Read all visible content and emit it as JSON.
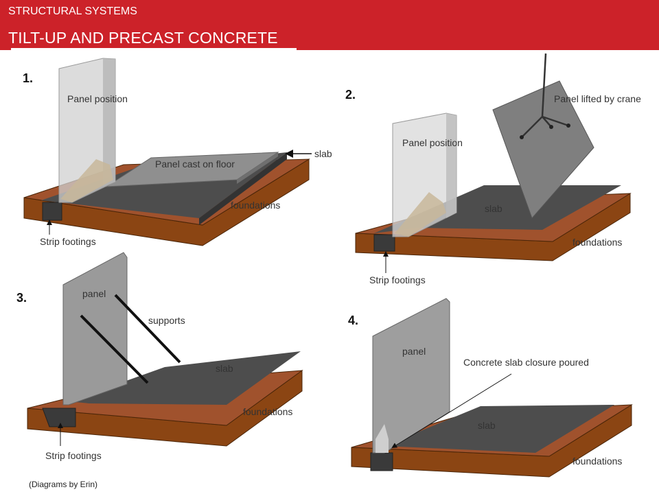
{
  "header": {
    "kicker": "STRUCTURAL SYSTEMS",
    "title": "TILT-UP AND PRECAST CONCRETE"
  },
  "steps": [
    {
      "number": "1.",
      "labels": {
        "panel_position": "Panel position",
        "slab": "slab",
        "panel_cast": "Panel cast on floor",
        "foundations": "foundations",
        "strip_footings": "Strip footings"
      }
    },
    {
      "number": "2.",
      "labels": {
        "panel_lifted": "Panel lifted by crane",
        "panel_position": "Panel position",
        "slab": "slab",
        "foundations": "foundations",
        "strip_footings": "Strip footings"
      }
    },
    {
      "number": "3.",
      "labels": {
        "panel": "panel",
        "supports": "supports",
        "slab": "slab",
        "foundations": "foundations",
        "strip_footings": "Strip footings"
      }
    },
    {
      "number": "4.",
      "labels": {
        "panel": "panel",
        "closure": "Concrete slab closure poured",
        "slab": "slab",
        "foundations": "foundations"
      }
    }
  ],
  "credit": "(Diagrams by Erin)"
}
